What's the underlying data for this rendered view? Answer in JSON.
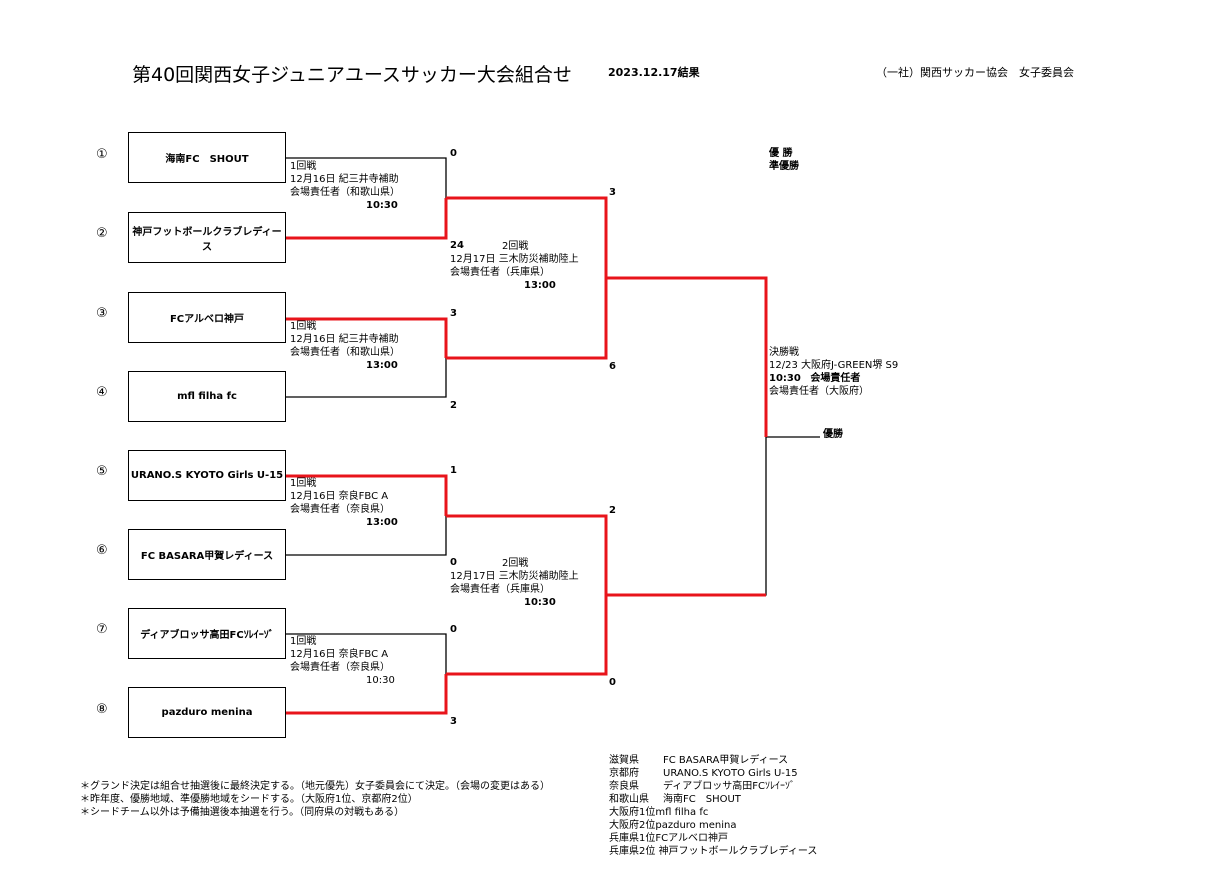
{
  "header": {
    "title": "第40回関西女子ジュニアユースサッカー大会組合せ",
    "result_date": "2023.12.17結果",
    "organizer": "（一社）関西サッカー協会　女子委員会"
  },
  "teams": [
    {
      "num": "①",
      "name": "海南FC　SHOUT"
    },
    {
      "num": "②",
      "name": "神戸フットボールクラブレディース"
    },
    {
      "num": "③",
      "name": "FCアルベロ神戸"
    },
    {
      "num": "④",
      "name": "mfl filha fc"
    },
    {
      "num": "⑤",
      "name": "URANO.S KYOTO Girls U-15"
    },
    {
      "num": "⑥",
      "name": "FC BASARA甲賀レディース"
    },
    {
      "num": "⑦",
      "name": "ディアブロッサ高田FCｿﾚｲｰｿﾞ"
    },
    {
      "num": "⑧",
      "name": "pazduro menina"
    }
  ],
  "round1": [
    {
      "label": "1回戦",
      "line2": "12月16日  紀三井寺補助",
      "line3": "会場責任者（和歌山県）",
      "time": "10:30",
      "score_top": "0",
      "score_bottom": "24"
    },
    {
      "label": "1回戦",
      "line2": "12月16日  紀三井寺補助",
      "line3": "会場責任者（和歌山県）",
      "time": "13:00",
      "score_top": "3",
      "score_bottom": "2"
    },
    {
      "label": "1回戦",
      "line2": "12月16日  奈良FBC  A",
      "line3": "会場責任者（奈良県）",
      "time": "13:00",
      "score_top": "1",
      "score_bottom": "0"
    },
    {
      "label": "1回戦",
      "line2": "12月16日  奈良FBC  A",
      "line3": "会場責任者（奈良県）",
      "time": "10:30",
      "score_top": "0",
      "score_bottom": "3"
    }
  ],
  "round2": [
    {
      "label": "2回戦",
      "line2": "12月17日  三木防災補助陸上",
      "line3": "会場責任者（兵庫県）",
      "time": "13:00",
      "score_top": "3",
      "score_bottom": "6"
    },
    {
      "label": "2回戦",
      "line2": "12月17日  三木防災補助陸上",
      "line3": "会場責任者（兵庫県）",
      "time": "10:30",
      "score_top": "2",
      "score_bottom": "0"
    }
  ],
  "final": {
    "label": "決勝戦",
    "line2": "12/23  大阪府J-GREEN堺  S9",
    "time": "10:30",
    "officer_title": "会場責任者",
    "line4": "会場責任者（大阪府）",
    "winner_label": "優勝"
  },
  "results": {
    "champion_label": "優  勝",
    "runnerup_label": "準優勝"
  },
  "notes": [
    "＊グランド決定は組合せ抽選後に最終決定する。（地元優先）女子委員会にて決定。（会場の変更はある）",
    "＊昨年度、優勝地域、準優勝地域をシードする。（大阪府1位、京都府2位）",
    "＊シードチーム以外は予備抽選後本抽選を行う。（同府県の対戦もある）"
  ],
  "prefecture_list": [
    {
      "pref": "滋賀県",
      "team": "FC BASARA甲賀レディース"
    },
    {
      "pref": "京都府",
      "team": "URANO.S KYOTO Girls U-15"
    },
    {
      "pref": "奈良県",
      "team": "ディアブロッサ高田FCｿﾚｲｰｿﾞ"
    },
    {
      "pref": "和歌山県",
      "team": "海南FC　SHOUT"
    },
    {
      "pref": "大阪府1位",
      "team": "mfl filha fc"
    },
    {
      "pref": "大阪府2位",
      "team": "pazduro menina"
    },
    {
      "pref": "兵庫県1位",
      "team": "FCアルベロ神戸"
    },
    {
      "pref": "兵庫県2位",
      "team": "神戸フットボールクラブレディース"
    }
  ],
  "colors": {
    "winner_line": "#e8141b",
    "line": "#000000"
  }
}
